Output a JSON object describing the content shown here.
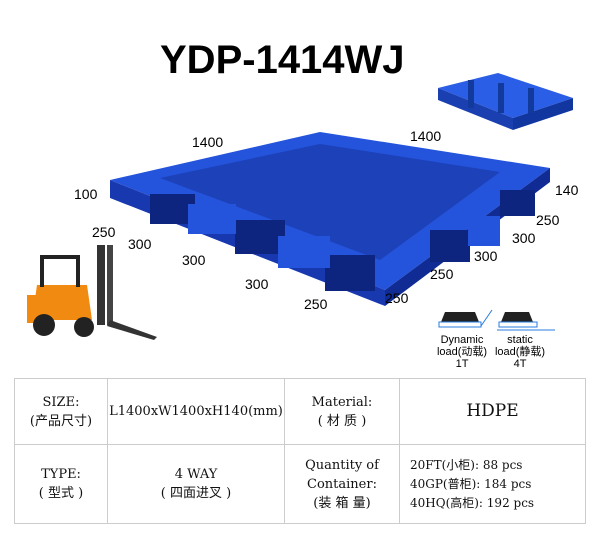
{
  "title": "YDP-1414WJ",
  "dimensions": {
    "length": "1400",
    "width": "1400",
    "height_left": "100",
    "height_right": "140",
    "front": [
      "250",
      "300",
      "300",
      "300",
      "250"
    ],
    "right": [
      "250",
      "300",
      "300",
      "250"
    ]
  },
  "loads": {
    "dynamic": {
      "line1": "Dynamic",
      "line2": "load(动载)",
      "value": "1T"
    },
    "static": {
      "line1": "static",
      "line2": "load(静载)",
      "value": "4T"
    }
  },
  "table": {
    "size_label": "SIZE:",
    "size_label_cn": "(产品尺寸)",
    "size_value": "L1400xW1400xH140(mm)",
    "material_label": "Material:",
    "material_label_cn": "( 材 质 )",
    "material_value": "HDPE",
    "type_label": "TYPE:",
    "type_label_cn": "( 型式 )",
    "type_value": "4 WAY",
    "type_value_cn": "( 四面进叉 )",
    "qty_label1": "Quantity of",
    "qty_label2": "Container:",
    "qty_label_cn": "(装 箱 量)",
    "qty": [
      "20FT(小柜): 88 pcs",
      "40GP(普柜): 184 pcs",
      "40HQ(高柜): 192 pcs"
    ]
  },
  "colors": {
    "pallet": "#1e4fd8",
    "forklift": "#f08a10"
  }
}
